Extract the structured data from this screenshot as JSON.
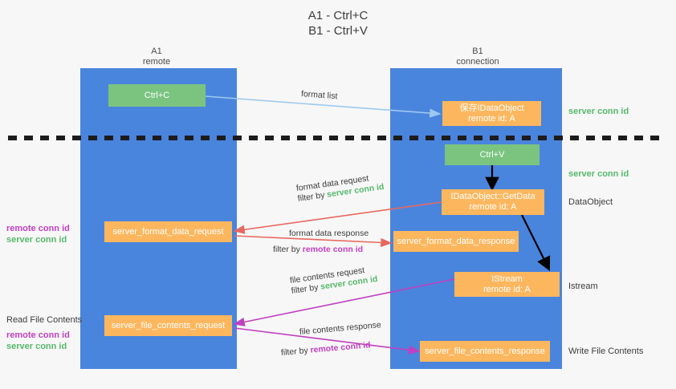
{
  "title": {
    "line1": "A1 - Ctrl+C",
    "line2": "B1 - Ctrl+V"
  },
  "colors": {
    "lane_blue": "#4a85dd",
    "node_green": "#7ac47f",
    "node_orange": "#fcb75e",
    "server_conn_id": "#56b96b",
    "remote_conn_id": "#c13fc1",
    "arrow_light_blue": "#9ec9ef",
    "arrow_red": "#e8685f",
    "arrow_magenta": "#c13fc1",
    "arrow_black": "#000000",
    "background": "#f7f7f7"
  },
  "columns": [
    {
      "id": "a1",
      "name": "A1",
      "role": "remote"
    },
    {
      "id": "b1",
      "name": "B1",
      "role": "connection"
    }
  ],
  "nodes": [
    {
      "id": "ctrl-c",
      "line1": "Ctrl+C",
      "line2": "",
      "color": "green"
    },
    {
      "id": "save-idataobject",
      "line1": "保存IDataObject",
      "line2": "remote id: A",
      "color": "orange"
    },
    {
      "id": "ctrl-v",
      "line1": "Ctrl+V",
      "line2": "",
      "color": "green"
    },
    {
      "id": "idataobject-getdata",
      "line1": "IDataObject::GetData",
      "line2": "remote id: A",
      "color": "orange"
    },
    {
      "id": "server-format-data-request",
      "line1": "server_format_data_request",
      "line2": "",
      "color": "orange"
    },
    {
      "id": "server-format-data-response",
      "line1": "server_format_data_response",
      "line2": "",
      "color": "orange"
    },
    {
      "id": "istream",
      "line1": "IStream",
      "line2": "remote id: A",
      "color": "orange"
    },
    {
      "id": "server-file-contents-request",
      "line1": "server_file_contents_request",
      "line2": "",
      "color": "orange"
    },
    {
      "id": "server-file-contents-response",
      "line1": "server_file_contents_response",
      "line2": "",
      "color": "orange"
    }
  ],
  "edges": [
    {
      "id": "format-list",
      "label": "format list",
      "filter_prefix": "",
      "filter_value": ""
    },
    {
      "id": "format-data-request",
      "label": "format data request",
      "filter_prefix": "filter by ",
      "filter_value": "server conn id"
    },
    {
      "id": "format-data-response",
      "label": "format data response",
      "filter_prefix": "filter by ",
      "filter_value": "remote conn id"
    },
    {
      "id": "file-contents-request",
      "label": "file contents request",
      "filter_prefix": "filter by ",
      "filter_value": "server conn id"
    },
    {
      "id": "file-contents-response",
      "label": "file contents response",
      "filter_prefix": "filter by ",
      "filter_value": "remote conn id"
    }
  ],
  "right_labels": [
    {
      "id": "server-conn-id-top",
      "text": "server conn id",
      "style": "green"
    },
    {
      "id": "server-conn-id-second",
      "text": "server conn id",
      "style": "green"
    },
    {
      "id": "dataobject",
      "text": "DataObject",
      "style": "plain"
    },
    {
      "id": "istream",
      "text": "Istream",
      "style": "plain"
    },
    {
      "id": "write-file-contents",
      "text": "Write File Contents",
      "style": "plain"
    }
  ],
  "left_labels": {
    "format_stack": {
      "remote": "remote conn id",
      "server": "server conn id"
    },
    "read_file_contents": "Read File Contents",
    "file_stack": {
      "remote": "remote conn id",
      "server": "server conn id"
    }
  }
}
